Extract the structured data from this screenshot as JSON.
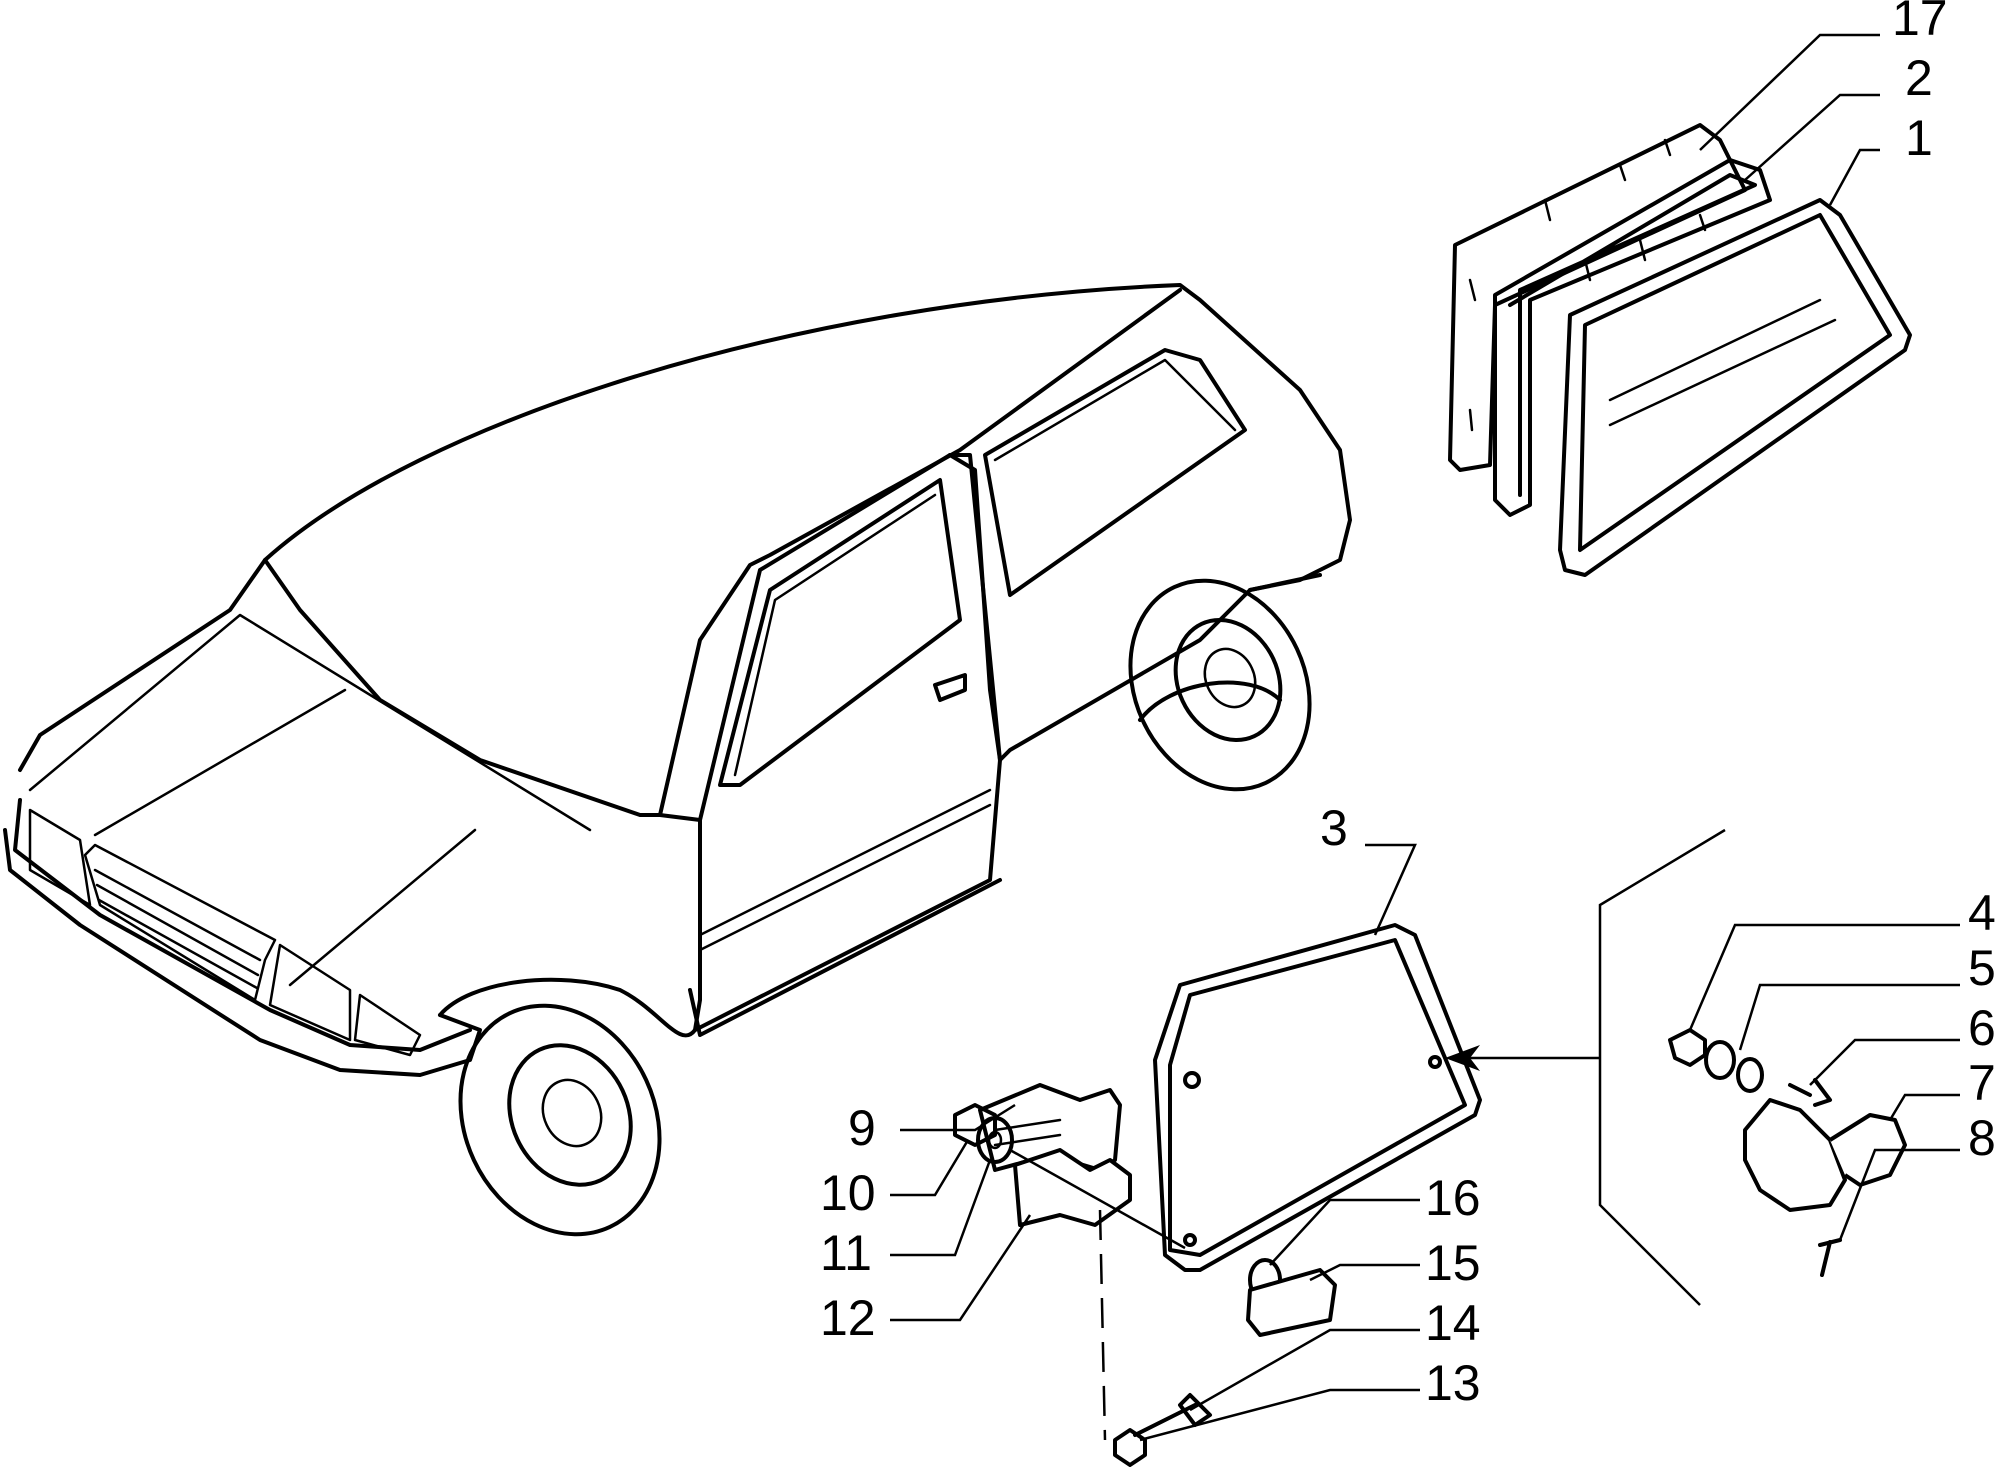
{
  "callouts": {
    "c17": "17",
    "c2": "2",
    "c1": "1",
    "c3": "3",
    "c4": "4",
    "c5": "5",
    "c6": "6",
    "c7": "7",
    "c8": "8",
    "c9": "9",
    "c10": "10",
    "c11": "11",
    "c12": "12",
    "c13": "13",
    "c14": "14",
    "c15": "15",
    "c16": "16"
  }
}
